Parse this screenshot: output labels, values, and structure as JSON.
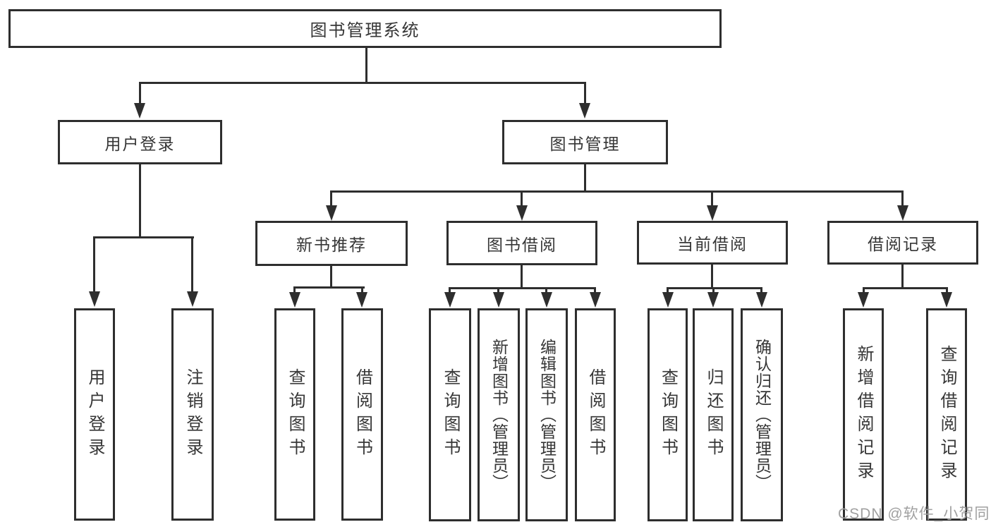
{
  "diagram": {
    "title": {
      "label": "图书管理系统"
    },
    "level1": [
      {
        "label": "用户登录"
      },
      {
        "label": "图书管理"
      }
    ],
    "level2": [
      {
        "label": "新书推荐"
      },
      {
        "label": "图书借阅"
      },
      {
        "label": "当前借阅"
      },
      {
        "label": "借阅记录"
      }
    ],
    "leaves": [
      {
        "label": "用户登录"
      },
      {
        "label": "注销登录"
      },
      {
        "label": "查询图书"
      },
      {
        "label": "借阅图书"
      },
      {
        "label": "查询图书"
      },
      {
        "label": "新增图书（管理员）"
      },
      {
        "label": "编辑图书（管理员）"
      },
      {
        "label": "借阅图书"
      },
      {
        "label": "查询图书"
      },
      {
        "label": "归还图书"
      },
      {
        "label": "确认归还（管理员）"
      },
      {
        "label": "新增借阅记录"
      },
      {
        "label": "查询借阅记录"
      }
    ]
  },
  "watermark": {
    "text": "CSDN @软件_小贺同学"
  },
  "colors": {
    "line": "#2e2e2e",
    "text": "#363636",
    "background": "#ffffff",
    "watermark": "#a0a0a0"
  }
}
